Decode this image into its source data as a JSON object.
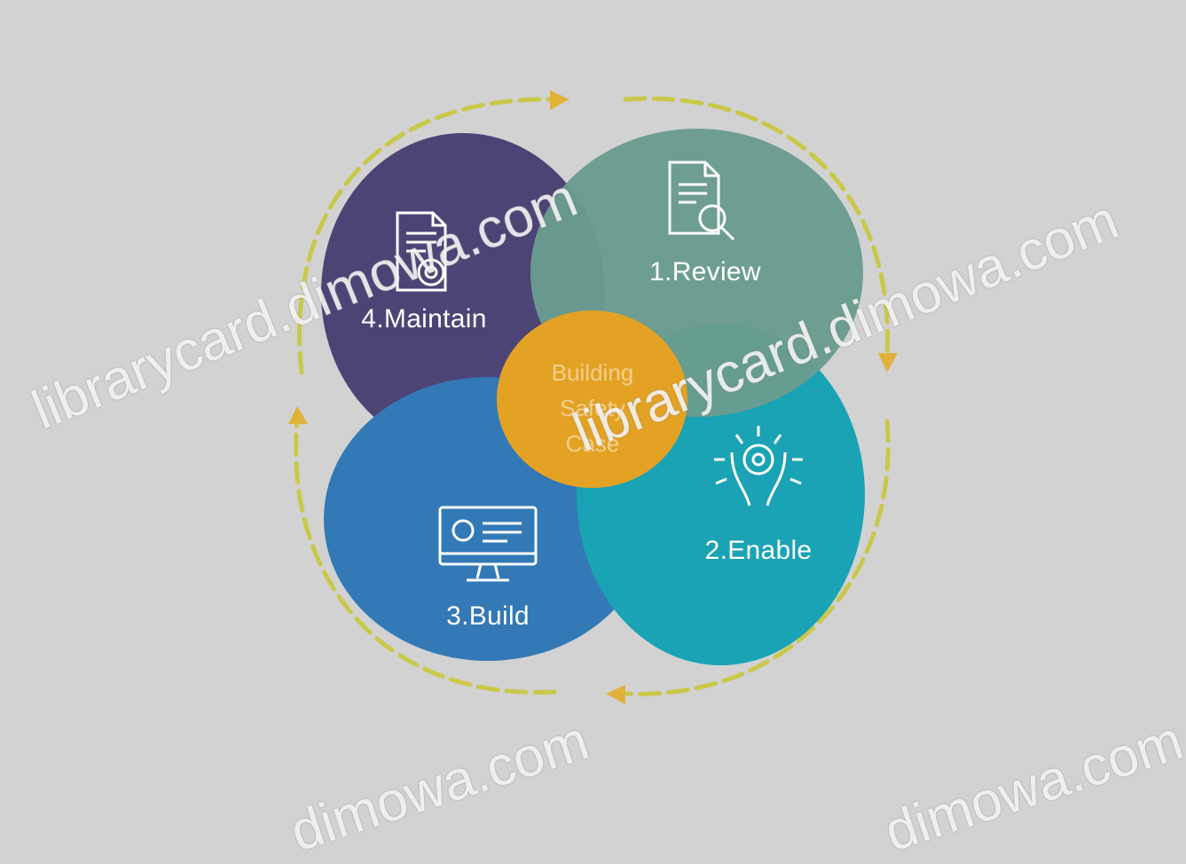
{
  "diagram": {
    "center_label_lines": [
      "Building",
      "Safety",
      "Case"
    ],
    "segments": [
      {
        "key": "review",
        "label": "1.Review",
        "color": "#6a9c8e",
        "icon": "document-search-icon"
      },
      {
        "key": "enable",
        "label": "2.Enable",
        "color": "#1aa3b4",
        "icon": "gear-hands-icon"
      },
      {
        "key": "build",
        "label": "3.Build",
        "color": "#3279b6",
        "icon": "computer-monitor-icon"
      },
      {
        "key": "maintain",
        "label": "4.Maintain",
        "color": "#4d4476",
        "icon": "document-gear-icon"
      }
    ],
    "center_color": "#e3a224",
    "arrow_ring_color": "#c9c84a"
  },
  "watermarks": [
    "librarycard.dimowa.com",
    "librarycard.dimowa.com",
    "dimowa.com",
    "dimowa.com"
  ]
}
